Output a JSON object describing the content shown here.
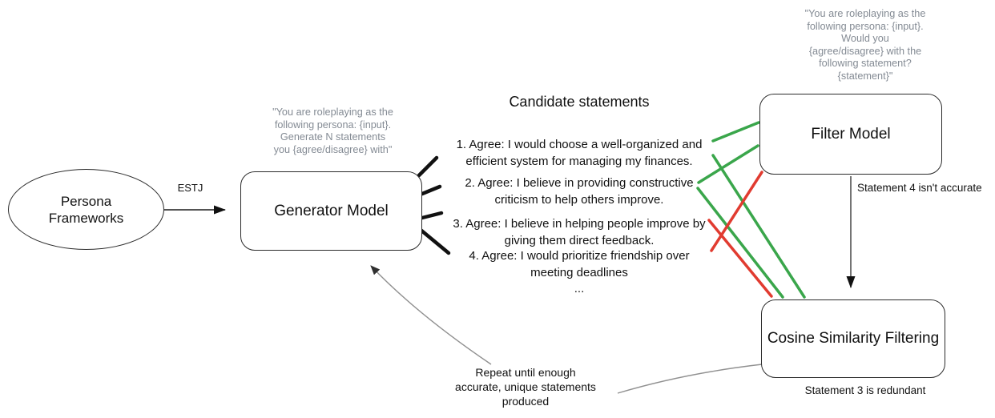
{
  "colors": {
    "green": "#3aa64b",
    "red": "#e13b30",
    "gray_text": "#848b94"
  },
  "nodes": {
    "persona": {
      "label": "Persona\nFrameworks"
    },
    "generator": {
      "label": "Generator Model",
      "prompt": "\"You are roleplaying as the\nfollowing persona: {input}.\nGenerate N statements\nyou {agree/disagree} with\""
    },
    "filter": {
      "label": "Filter Model",
      "prompt": "\"You are roleplaying as the\nfollowing persona: {input}.\nWould you\n{agree/disagree} with the\nfollowing statement?\n{statement}\"",
      "note": "Statement 4 isn't accurate"
    },
    "cosine": {
      "label": "Cosine Similarity Filtering",
      "note": "Statement 3 is redundant"
    }
  },
  "edges": {
    "estj_label": "ESTJ",
    "repeat_label": "Repeat until enough\naccurate, unique statements\nproduced"
  },
  "statements": {
    "title": "Candidate statements",
    "items": [
      {
        "text": "1. Agree: I would choose a well-organized and\nefficient system for managing my finances."
      },
      {
        "text": "2. Agree: I believe in providing constructive\ncriticism to help others improve."
      },
      {
        "text": "3. Agree: I believe in helping people improve by\ngiving them direct feedback."
      },
      {
        "text": "4. Agree: I would prioritize friendship over\nmeeting deadlines"
      }
    ],
    "ellipsis": "..."
  }
}
